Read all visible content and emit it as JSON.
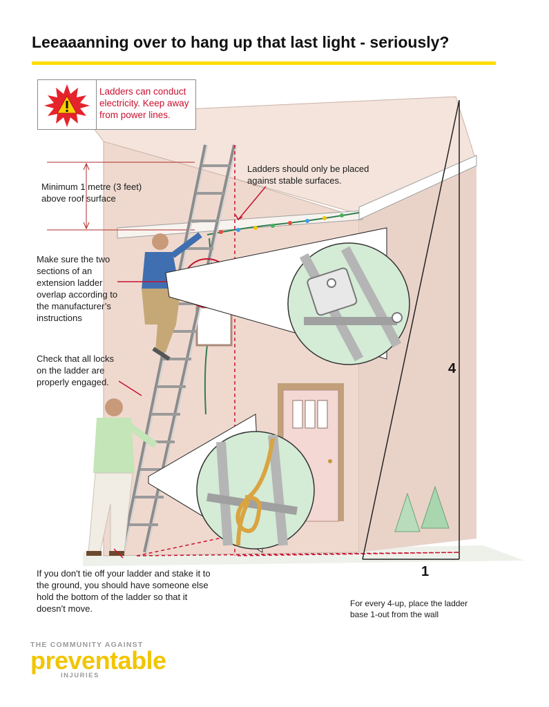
{
  "header": {
    "title": "Leeaaanning over to hang up that last light - seriously?"
  },
  "warning": {
    "icon": "warning-triangle-icon",
    "line1": "Ladders can conduct",
    "line2": "electricity. Keep away",
    "line3": "from power lines."
  },
  "callouts": {
    "height": [
      "Minimum 1 metre  (3 feet)",
      "above roof surface"
    ],
    "stable": [
      "Ladders should only be placed",
      "against stable surfaces."
    ],
    "overlap": [
      "Make sure the  two",
      "sections of an",
      "extension ladder",
      "overlap according to",
      "the manufacturer’s",
      "instructions"
    ],
    "locks": [
      "Check that all locks",
      "on the ladder are",
      "properly engaged."
    ],
    "tie_off": [
      "If you don't tie off your ladder and stake it to",
      "the ground, you should have someone else",
      "hold the bottom of the ladder so that it",
      "doesn’t move."
    ],
    "ratio": [
      "For every 4-up, place the ladder",
      "base 1-out from the wall"
    ]
  },
  "ratio_labels": {
    "up": "4",
    "out": "1"
  },
  "logo": {
    "top": "THE COMMUNITY AGAINST",
    "main": "preventable",
    "bottom": "INJURIES"
  },
  "colors": {
    "accent_yellow": "#ffdd00",
    "warning_red": "#c8102e",
    "callout_red": "#c8102e",
    "wall": "#efd9cf",
    "roof": "#f3e2da",
    "door": "#f3d8d4",
    "inset_bg": "#d4ebd6",
    "logo_yellow": "#f2c500"
  }
}
